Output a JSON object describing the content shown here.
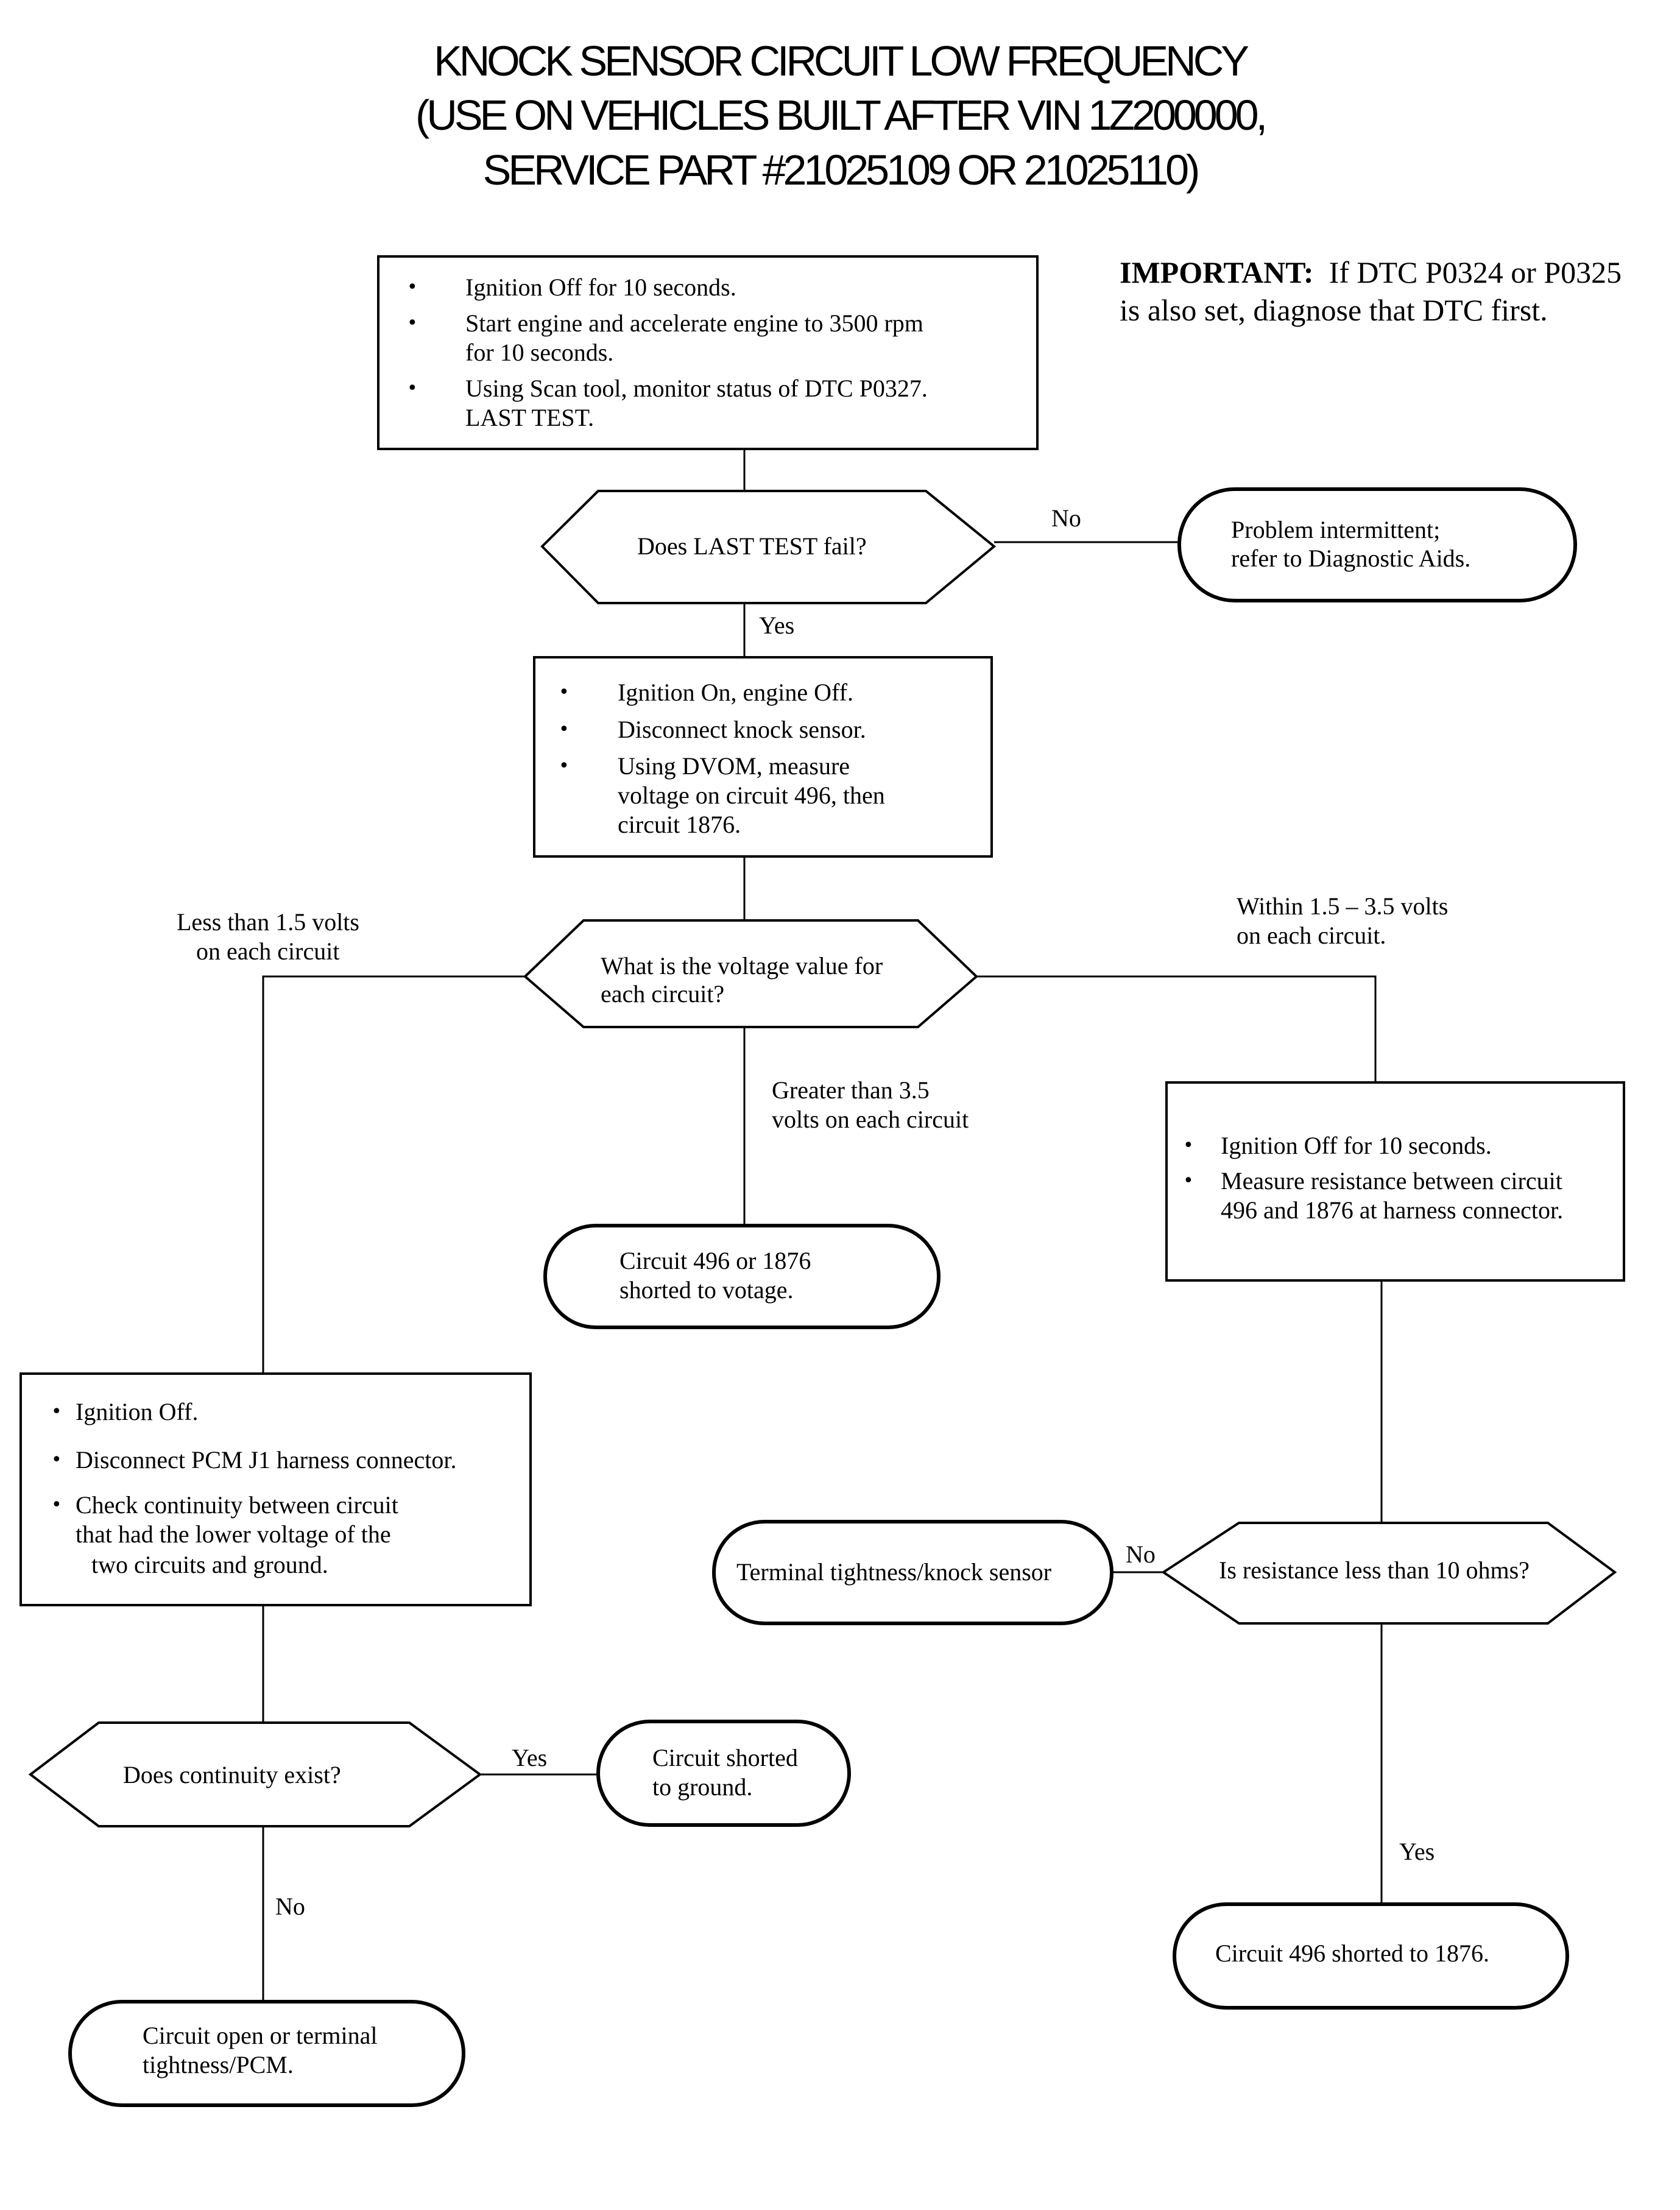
{
  "title": {
    "line1": "KNOCK SENSOR CIRCUIT LOW FREQUENCY",
    "line2": "(USE ON VEHICLES BUILT AFTER VIN 1Z200000,",
    "line3": "SERVICE PART #21025109 OR 21025110)"
  },
  "important": {
    "label": "IMPORTANT:",
    "line1": "If DTC P0324 or P0325",
    "line2": "is also set, diagnose that DTC first."
  },
  "step1": {
    "b1": "Ignition Off for 10 seconds.",
    "b2a": "Start engine and accelerate engine to 3500 rpm",
    "b2b": "for 10 seconds.",
    "b3a": "Using Scan tool, monitor status of DTC P0327.",
    "b3b": "LAST TEST."
  },
  "decision1": {
    "text": "Does LAST TEST fail?",
    "no": "No",
    "yes": "Yes"
  },
  "result_intermittent": {
    "line1": "Problem intermittent;",
    "line2": "refer to Diagnostic Aids."
  },
  "step2": {
    "b1": "Ignition On, engine Off.",
    "b2": "Disconnect knock sensor.",
    "b3a": "Using DVOM, measure",
    "b3b": "voltage on circuit 496, then",
    "b3c": "circuit 1876."
  },
  "decision2": {
    "line1": "What is the voltage value for",
    "line2": "each circuit?",
    "left_a": "Less than 1.5 volts",
    "left_b": "on each circuit",
    "right_a": "Within 1.5 – 3.5 volts",
    "right_b": "on each circuit.",
    "down_a": "Greater than 3.5",
    "down_b": "volts on each circuit"
  },
  "result_shorted_voltage": {
    "line1": "Circuit 496 or 1876",
    "line2": "shorted to votage."
  },
  "step3": {
    "b1": "Ignition Off for 10 seconds.",
    "b2a": "Measure resistance between circuit",
    "b2b": "496 and 1876 at harness connector."
  },
  "step4": {
    "b1": "Ignition Off.",
    "b2": "Disconnect PCM J1 harness connector.",
    "b3a": "Check continuity between circuit",
    "b3b": "that had the lower voltage of the",
    "b3c": "two circuits and ground."
  },
  "decision3": {
    "text": "Is resistance less than 10 ohms?",
    "no": "No",
    "yes": "Yes"
  },
  "result_terminal": {
    "text": "Terminal tightness/knock sensor"
  },
  "result_496_1876": {
    "text": "Circuit 496 shorted to 1876."
  },
  "decision4": {
    "text": "Does continuity exist?",
    "yes": "Yes",
    "no": "No"
  },
  "result_ground": {
    "line1": "Circuit shorted",
    "line2": "to ground."
  },
  "result_open": {
    "line1": "Circuit open or terminal",
    "line2": "tightness/PCM."
  },
  "bullet_glyph": "•"
}
